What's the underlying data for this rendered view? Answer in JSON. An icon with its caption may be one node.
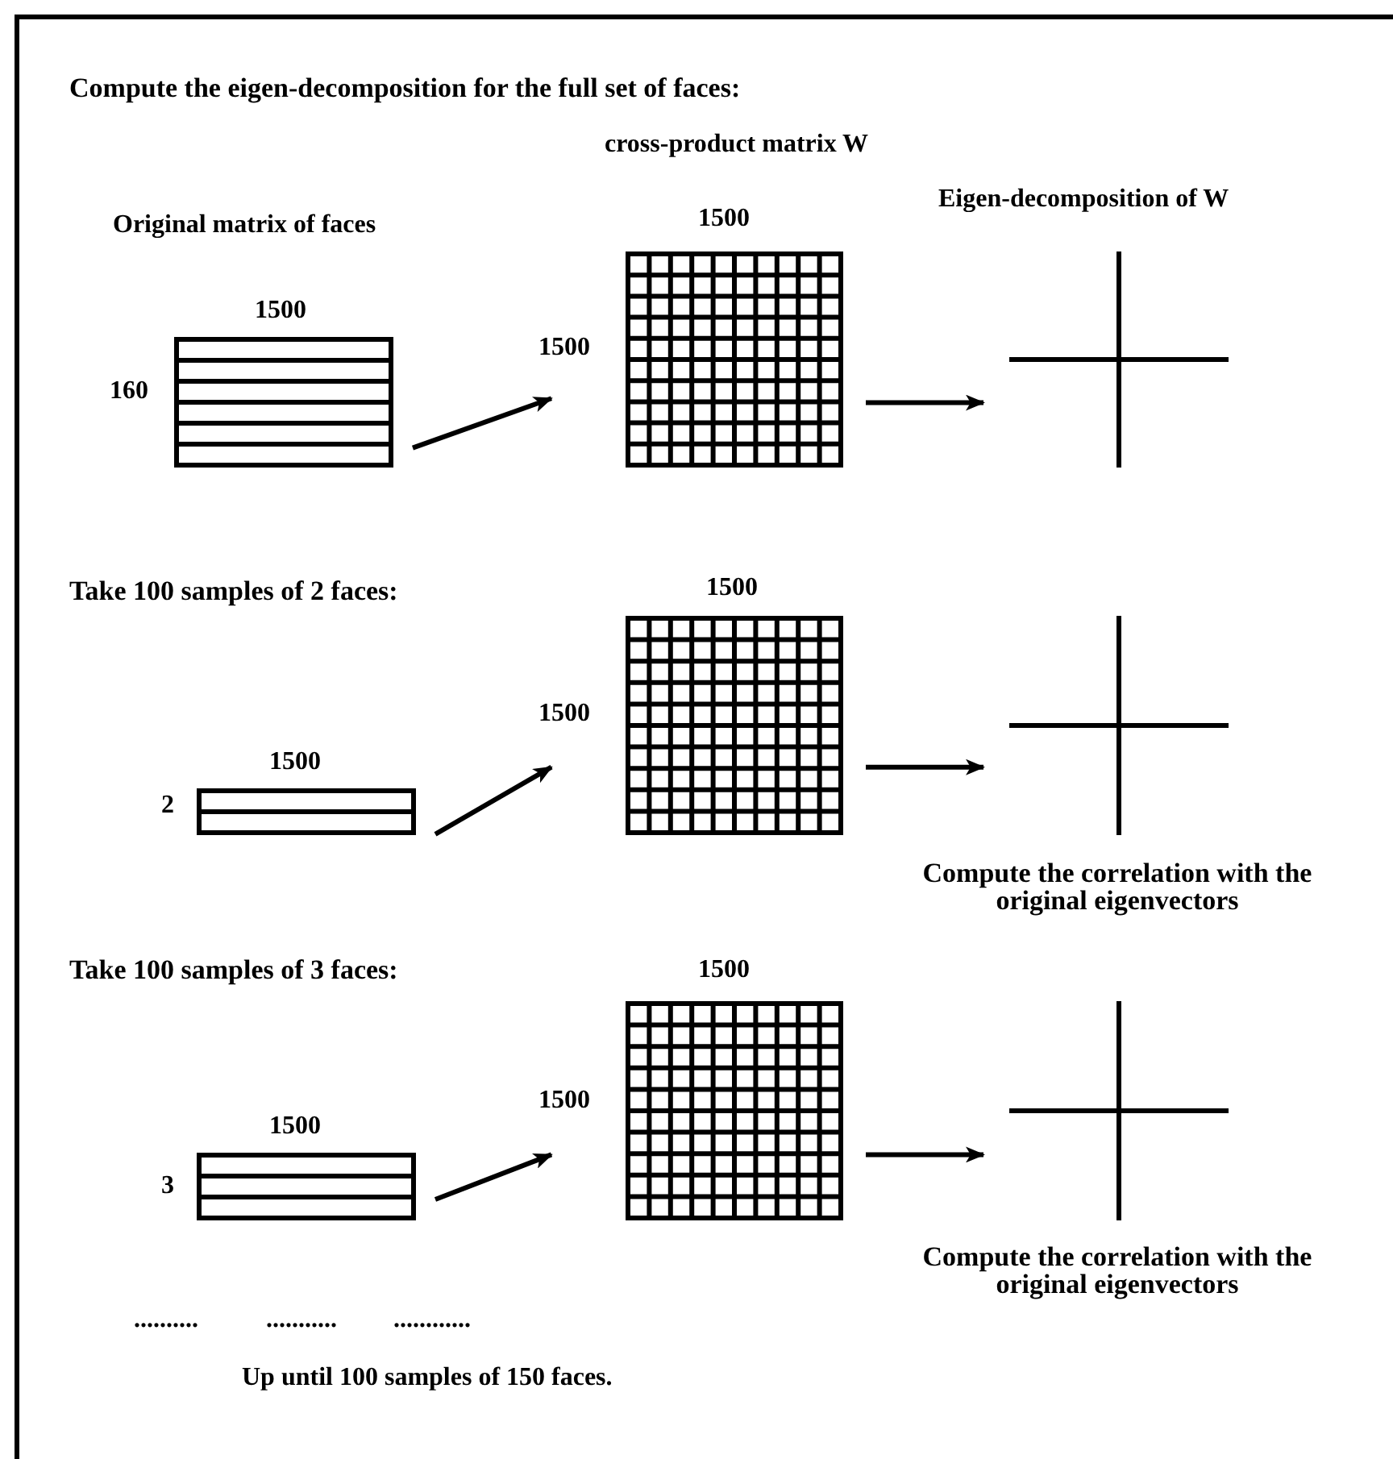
{
  "diagram": {
    "title": "Compute the eigen-decomposition for the full set of faces:",
    "nodes": [
      {
        "text": [
          "1500",
          "160"
        ],
        "beside": [
          "Original matrix of faces"
        ]
      },
      {
        "text": [
          "1500",
          "1500"
        ],
        "beside": [
          "cross-product matrix W"
        ]
      },
      {
        "text": [],
        "shape": "picture",
        "beside": [
          "Eigen-decomposition of W"
        ]
      },
      {
        "text": [
          "1500",
          "2"
        ]
      },
      {
        "text": [
          "1500",
          "1500"
        ]
      },
      {
        "text": [],
        "shape": "picture",
        "beside": [
          "Compute the correlation with the original eigenvectors"
        ]
      },
      {
        "text": [
          "1500",
          "3"
        ]
      },
      {
        "text": [
          "1500",
          "1500"
        ]
      },
      {
        "text": [],
        "shape": "picture",
        "beside": [
          "Compute the correlation with the original eigenvectors"
        ]
      }
    ],
    "edges": [
      {
        "from": 0,
        "to": 1,
        "arrow": "to"
      },
      {
        "from": 1,
        "to": 2,
        "arrow": "to"
      },
      {
        "from": 3,
        "to": 4,
        "arrow": "to"
      },
      {
        "from": 4,
        "to": 5,
        "arrow": "to"
      },
      {
        "from": 6,
        "to": 7,
        "arrow": "to"
      },
      {
        "from": 7,
        "to": 8,
        "arrow": "to"
      }
    ],
    "labels": [
      "Take 100 samples of 2 faces:",
      "Take 100 samples of 3 faces:",
      "..........",
      "...........",
      "............",
      "Up until 100 samples of 150 faces."
    ]
  }
}
